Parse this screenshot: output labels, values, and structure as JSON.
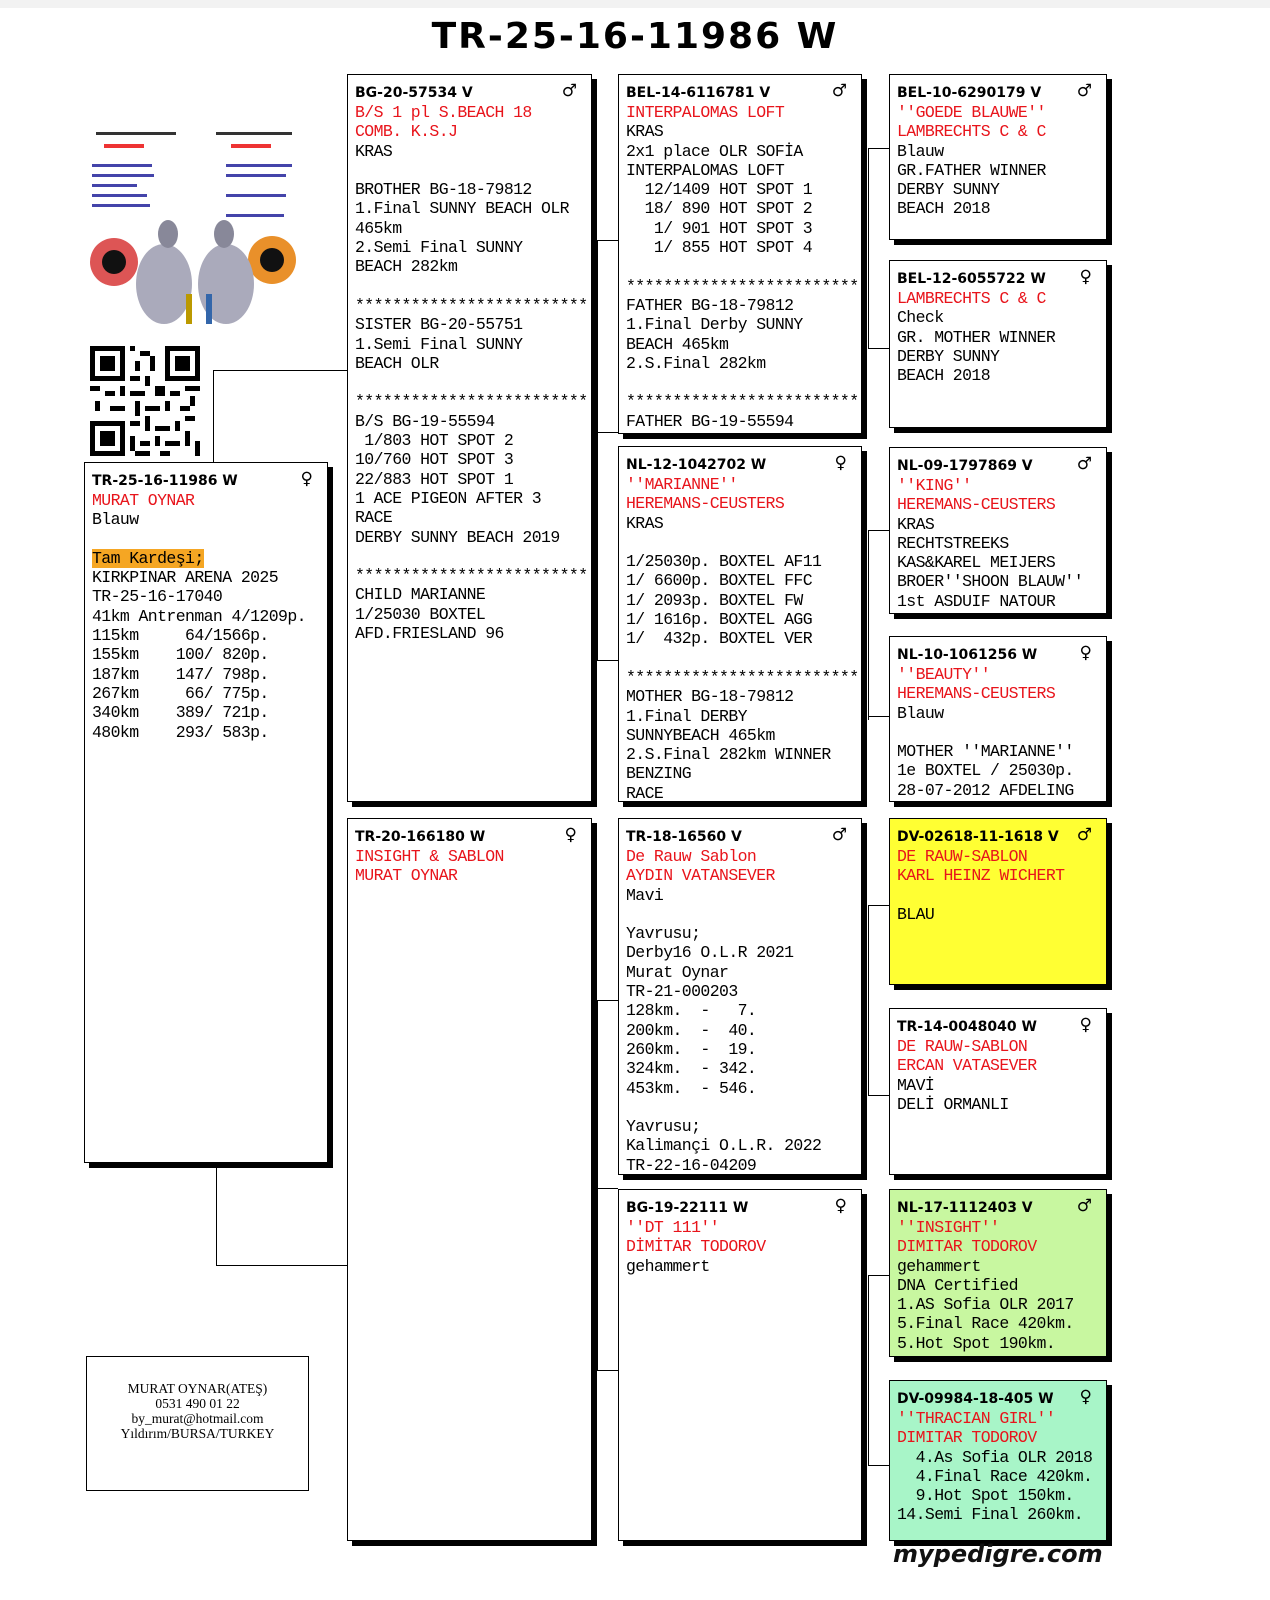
{
  "title": "TR-25-16-11986 W",
  "colors": {
    "red": "#e8141b",
    "yellow": "#ffff33",
    "green": "#c8f7a0",
    "mint": "#a8f5c8",
    "highlight": "#f5a623"
  },
  "subject": {
    "header": "TR-25-16-11986 W",
    "sex": "♀",
    "red": [
      "MURAT OYNAR"
    ],
    "lines": [
      "Blauw",
      "",
      "Tam Kardeşi;",
      "KIRKPINAR ARENA 2025",
      "TR-25-16-17040",
      "41km Antrenman 4/1209p.",
      "115km     64/1566p.",
      "155km    100/ 820p.",
      "187km    147/ 798p.",
      "267km     66/ 775p.",
      "340km    389/ 721p.",
      "480km    293/ 583p."
    ],
    "highlight_line": "Tam Kardeşi;"
  },
  "boxes": [
    {
      "key": "sire",
      "header": "BG-20-57534 V",
      "sex": "♂",
      "red": [
        "B/S 1 pl S.BEACH 18",
        "COMB. K.S.J"
      ],
      "lines": [
        "KRAS",
        "",
        "BROTHER BG-18-79812",
        "1.Final SUNNY BEACH OLR",
        "465km",
        "2.Semi Final SUNNY",
        "BEACH 282km",
        "",
        "*************************",
        "SISTER BG-20-55751",
        "1.Semi Final SUNNY",
        "BEACH OLR",
        "",
        "*************************",
        "B/S BG-19-55594",
        " 1/803 HOT SPOT 2",
        "10/760 HOT SPOT 3",
        "22/883 HOT SPOT 1",
        "1 ACE PIGEON AFTER 3",
        "RACE",
        "DERBY SUNNY BEACH 2019",
        "",
        "*************************",
        "CHILD MARIANNE",
        "1/25030 BOXTEL",
        "AFD.FRIESLAND 96"
      ]
    },
    {
      "key": "dam",
      "header": "TR-20-166180 W",
      "sex": "♀",
      "red": [
        "INSIGHT & SABLON",
        "MURAT OYNAR"
      ],
      "lines": []
    },
    {
      "key": "ss",
      "header": "BEL-14-6116781 V",
      "sex": "♂",
      "red": [
        "INTERPALOMAS LOFT"
      ],
      "lines": [
        "KRAS",
        "2x1 place OLR SOFİA",
        "INTERPALOMAS LOFT",
        "  12/1409 HOT SPOT 1",
        "  18/ 890 HOT SPOT 2",
        "   1/ 901 HOT SPOT 3",
        "   1/ 855 HOT SPOT 4",
        "",
        "*************************",
        "FATHER BG-18-79812",
        "1.Final Derby SUNNY",
        "BEACH 465km",
        "2.S.Final 282km",
        "",
        "*************************",
        "FATHER BG-19-55594"
      ]
    },
    {
      "key": "sd",
      "header": "NL-12-1042702 W",
      "sex": "♀",
      "red": [
        "''MARIANNE''",
        "HEREMANS-CEUSTERS"
      ],
      "lines": [
        "KRAS",
        "",
        "1/25030p. BOXTEL AF11",
        "1/ 6600p. BOXTEL FFC",
        "1/ 2093p. BOXTEL FW",
        "1/ 1616p. BOXTEL AGG",
        "1/  432p. BOXTEL VER",
        "",
        "*************************",
        "MOTHER BG-18-79812",
        "1.Final DERBY",
        "SUNNYBEACH 465km",
        "2.S.Final 282km WINNER",
        "BENZING",
        "RACE"
      ]
    },
    {
      "key": "ds",
      "header": "TR-18-16560 V",
      "sex": "♂",
      "red": [
        "De Rauw Sablon",
        "AYDIN VATANSEVER"
      ],
      "lines": [
        "Mavi",
        "",
        "Yavrusu;",
        "Derby16 O.L.R 2021",
        "Murat Oynar",
        "TR-21-000203",
        "128km.  -   7.",
        "200km.  -  40.",
        "260km.  -  19.",
        "324km.  - 342.",
        "453km.  - 546.",
        "",
        "Yavrusu;",
        "Kalimançi O.L.R. 2022",
        "TR-22-16-04209"
      ]
    },
    {
      "key": "dd",
      "header": "BG-19-22111 W",
      "sex": "♀",
      "red": [
        "''DT 111''",
        "DİMİTAR TODOROV"
      ],
      "lines": [
        "gehammert"
      ]
    },
    {
      "key": "sss",
      "header": "BEL-10-6290179 V",
      "sex": "♂",
      "red": [
        "''GOEDE BLAUWE''",
        "LAMBRECHTS C & C"
      ],
      "lines": [
        "Blauw",
        "GR.FATHER WINNER",
        "DERBY SUNNY",
        "BEACH 2018"
      ]
    },
    {
      "key": "ssd",
      "header": "BEL-12-6055722 W",
      "sex": "♀",
      "red": [
        "LAMBRECHTS C & C"
      ],
      "lines": [
        "Check",
        "GR. MOTHER WINNER",
        "DERBY SUNNY",
        "BEACH 2018"
      ]
    },
    {
      "key": "sds",
      "header": "NL-09-1797869 V",
      "sex": "♂",
      "red": [
        "''KING''",
        "HEREMANS-CEUSTERS"
      ],
      "lines": [
        "KRAS",
        "RECHTSTREEKS",
        "KAS&KAREL MEIJERS",
        "BROER''SHOON BLAUW''",
        "1st ASDUIF NATOUR"
      ]
    },
    {
      "key": "sdd",
      "header": "NL-10-1061256 W",
      "sex": "♀",
      "red": [
        "''BEAUTY''",
        "HEREMANS-CEUSTERS"
      ],
      "lines": [
        "Blauw",
        "",
        "MOTHER ''MARIANNE''",
        "1e BOXTEL / 25030p.",
        "28-07-2012 AFDELING"
      ]
    },
    {
      "key": "dss",
      "header": "DV-02618-11-1618 V",
      "sex": "♂",
      "red": [
        "DE RAUW-SABLON",
        "KARL HEINZ WICHERT"
      ],
      "lines": [
        "",
        "BLAU"
      ],
      "bg": "yellow"
    },
    {
      "key": "dsd",
      "header": "TR-14-0048040 W",
      "sex": "♀",
      "red": [
        "DE RAUW-SABLON",
        "ERCAN VATASEVER"
      ],
      "lines": [
        "MAVİ",
        "DELİ ORMANLI"
      ]
    },
    {
      "key": "dds",
      "header": "NL-17-1112403 V",
      "sex": "♂",
      "red": [
        "''INSIGHT''",
        "DIMITAR TODOROV"
      ],
      "lines": [
        "gehammert",
        "DNA Certified",
        "1.AS Sofia OLR 2017",
        "5.Final Race 420km.",
        "5.Hot Spot 190km."
      ],
      "bg": "green"
    },
    {
      "key": "ddd",
      "header": "DV-09984-18-405 W",
      "sex": "♀",
      "red": [
        "''THRACIAN GIRL''",
        "DIMITAR TODOROV"
      ],
      "lines": [
        "  4.As Sofia OLR 2018",
        "  4.Final Race 420km.",
        "  9.Hot Spot 150km.",
        "14.Semi Final 260km."
      ],
      "bg": "mint"
    }
  ],
  "contact": {
    "name": "MURAT OYNAR(ATEŞ)",
    "phone": "0531 490 01 22",
    "email": "by_murat@hotmail.com",
    "location": "Yıldırım/BURSA/TURKEY"
  },
  "brand": "mypedigre.com"
}
